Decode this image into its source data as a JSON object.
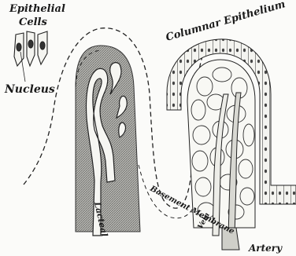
{
  "figure": {
    "labels": {
      "epithelial_cells_line1": "Epithelial",
      "epithelial_cells_line2": "Cells",
      "nucleus": "Nucleus",
      "columnar_epithelium": "Columnar Epithelium",
      "lacteal": "Lacteal",
      "basement_membrane": "Basement Membrane",
      "vein": "Vein",
      "artery": "Artery"
    }
  }
}
